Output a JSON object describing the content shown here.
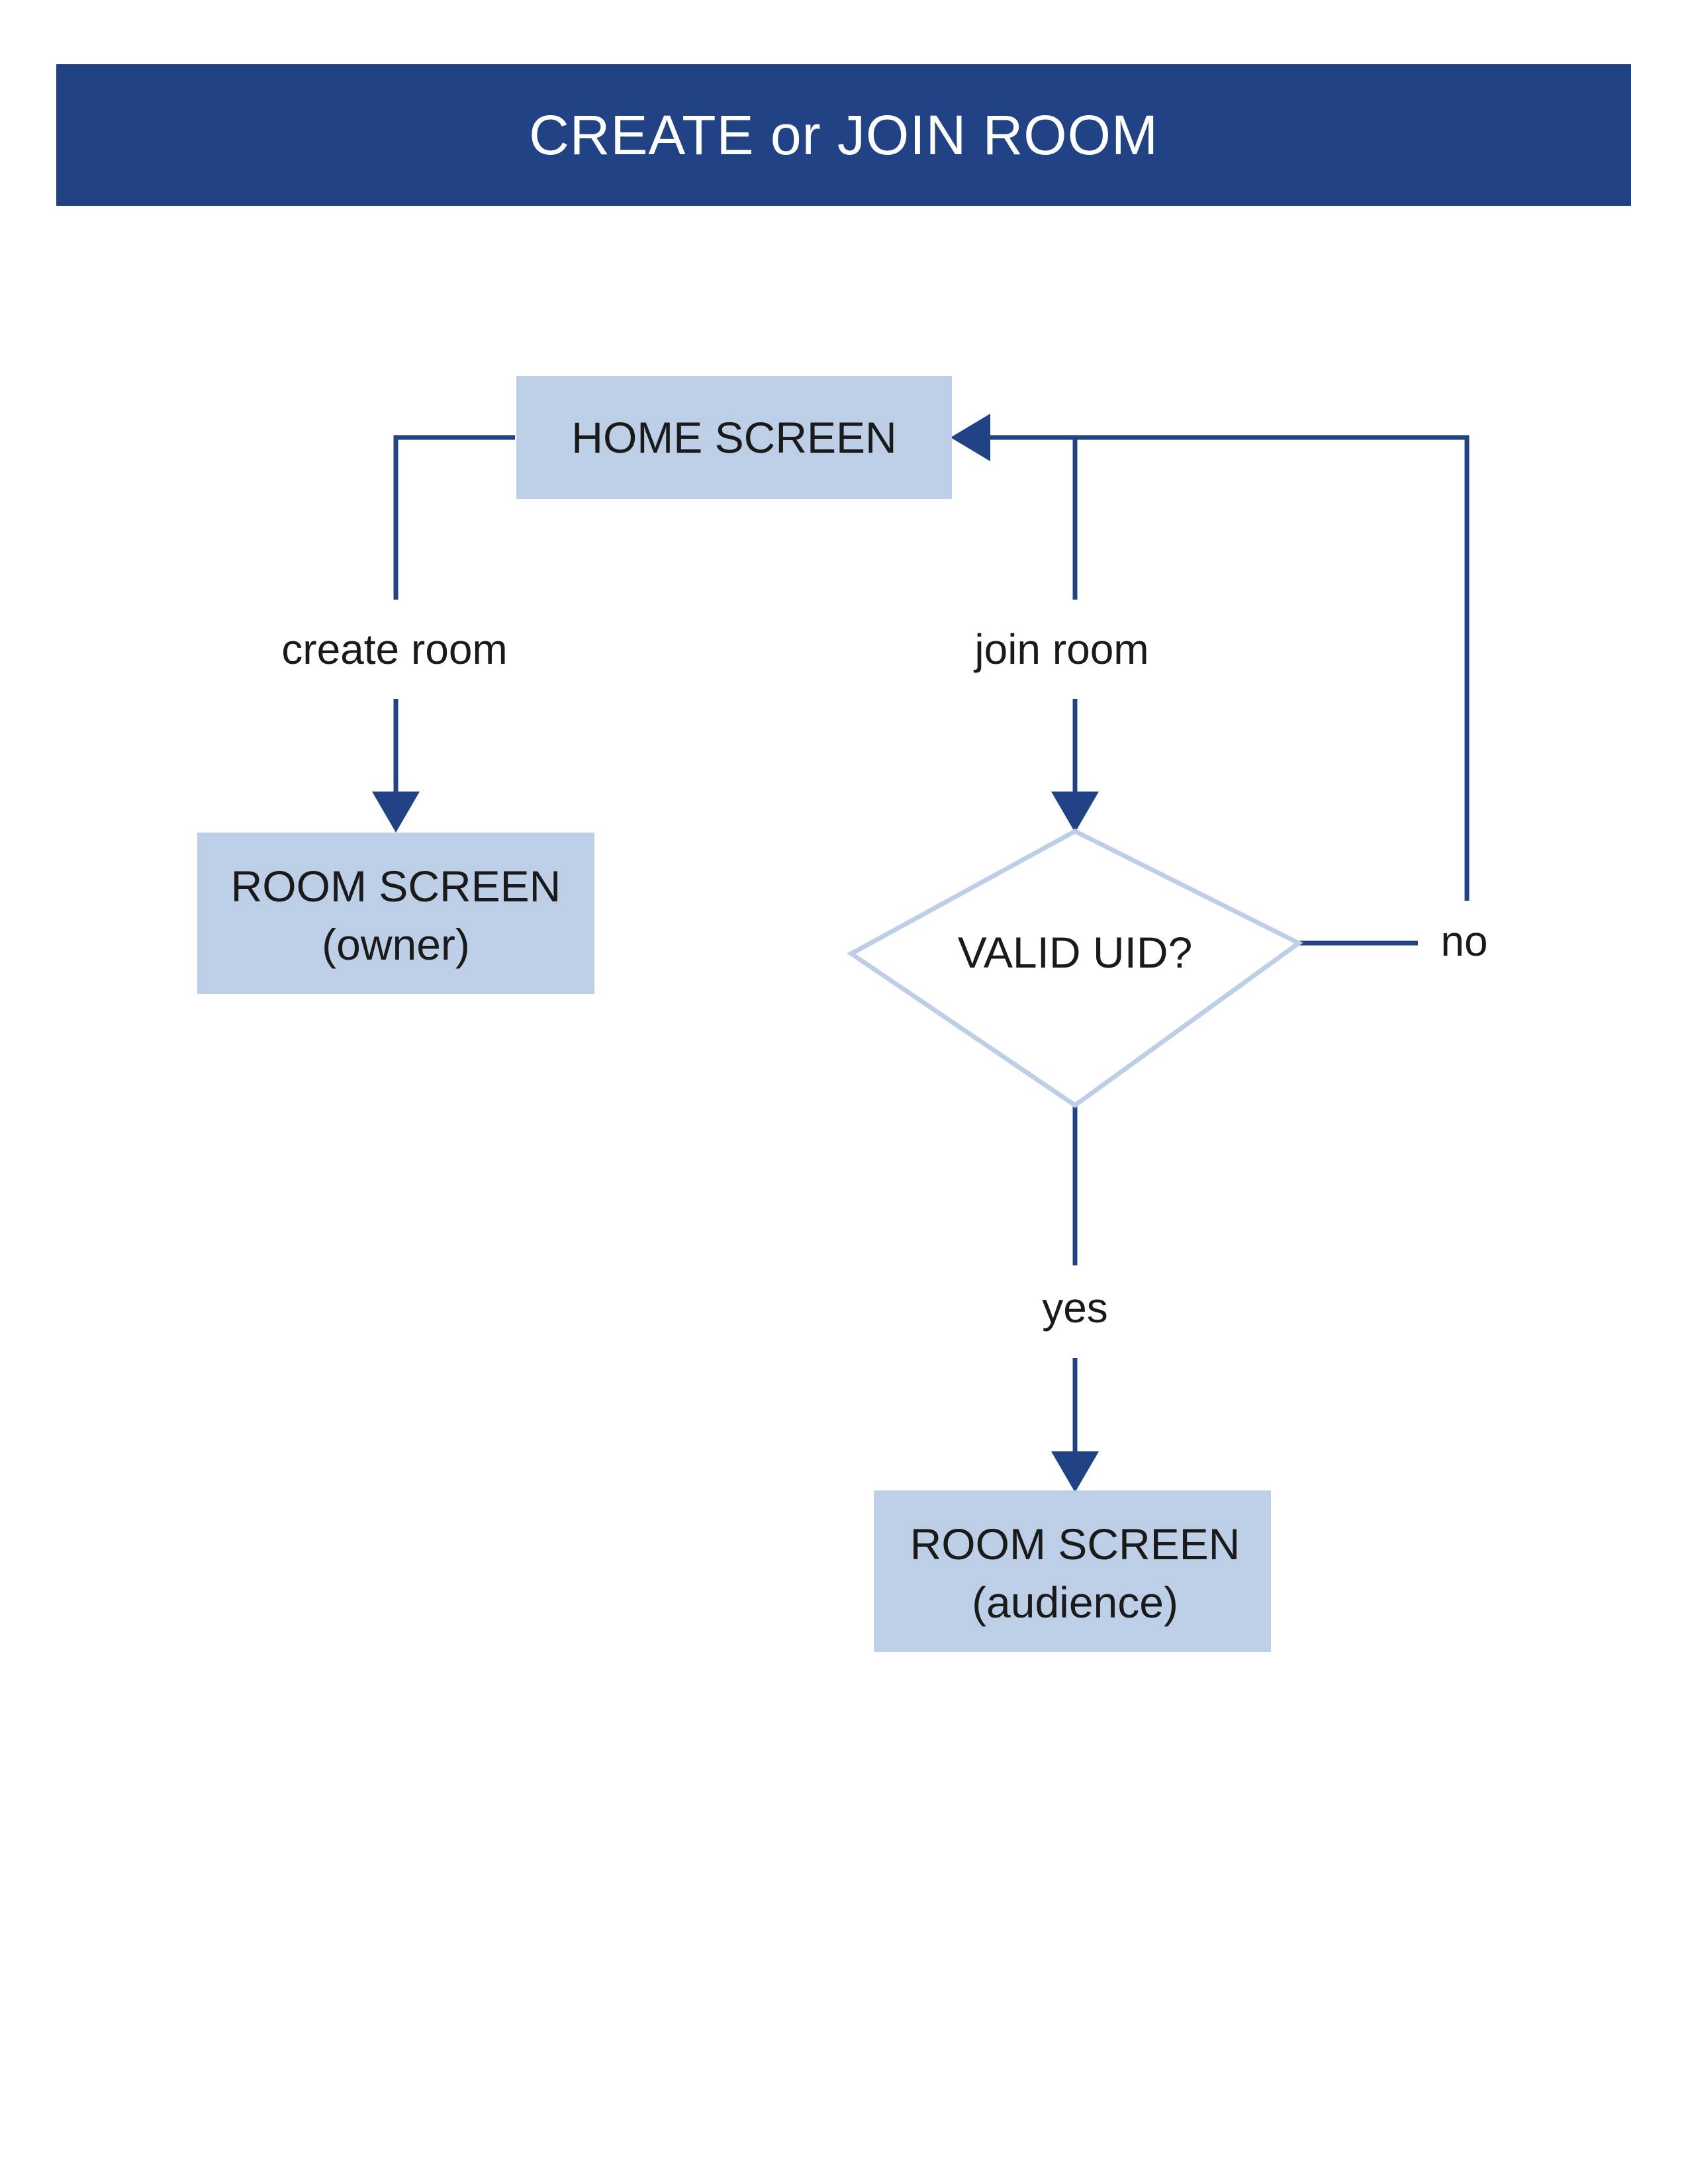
{
  "header": {
    "title": "CREATE or JOIN ROOM"
  },
  "colors": {
    "header_bg": "#214385",
    "box_fill": "#bccfe6",
    "arrow": "#214385",
    "diamond_stroke": "#bccfe6"
  },
  "nodes": {
    "home": {
      "label": "HOME SCREEN"
    },
    "room_owner": {
      "line1": "ROOM SCREEN",
      "line2": "(owner)"
    },
    "valid_uid": {
      "label": "VALID UID?"
    },
    "room_audience": {
      "line1": "ROOM SCREEN",
      "line2": "(audience)"
    }
  },
  "edges": {
    "create_room": "create room",
    "join_room": "join room",
    "no": "no",
    "yes": "yes"
  }
}
